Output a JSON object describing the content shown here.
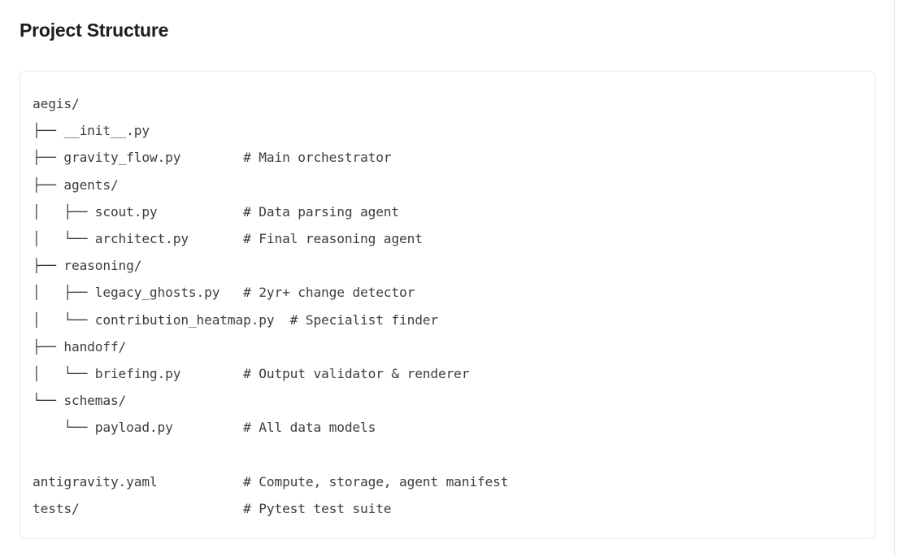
{
  "page": {
    "title": "Project Structure",
    "background_color": "#ffffff",
    "text_color": "#3b3d42",
    "border_color": "#e7e8ea",
    "divider_color": "#e6e6e8"
  },
  "code_block": {
    "language": "text",
    "root": "aegis/",
    "lines": [
      "aegis/",
      "├── __init__.py",
      "├── gravity_flow.py        # Main orchestrator",
      "├── agents/",
      "│   ├── scout.py           # Data parsing agent",
      "│   └── architect.py       # Final reasoning agent",
      "├── reasoning/",
      "│   ├── legacy_ghosts.py   # 2yr+ change detector",
      "│   └── contribution_heatmap.py  # Specialist finder",
      "├── handoff/",
      "│   └── briefing.py        # Output validator & renderer",
      "└── schemas/",
      "    └── payload.py         # All data models",
      "",
      "antigravity.yaml           # Compute, storage, agent manifest",
      "tests/                     # Pytest test suite"
    ],
    "entries": [
      {
        "name": "aegis/",
        "type": "directory",
        "depth": 0,
        "comment": ""
      },
      {
        "name": "__init__.py",
        "type": "file",
        "depth": 1,
        "comment": ""
      },
      {
        "name": "gravity_flow.py",
        "type": "file",
        "depth": 1,
        "comment": "# Main orchestrator"
      },
      {
        "name": "agents/",
        "type": "directory",
        "depth": 1,
        "comment": ""
      },
      {
        "name": "scout.py",
        "type": "file",
        "depth": 2,
        "comment": "# Data parsing agent"
      },
      {
        "name": "architect.py",
        "type": "file",
        "depth": 2,
        "comment": "# Final reasoning agent"
      },
      {
        "name": "reasoning/",
        "type": "directory",
        "depth": 1,
        "comment": ""
      },
      {
        "name": "legacy_ghosts.py",
        "type": "file",
        "depth": 2,
        "comment": "# 2yr+ change detector"
      },
      {
        "name": "contribution_heatmap.py",
        "type": "file",
        "depth": 2,
        "comment": "# Specialist finder"
      },
      {
        "name": "handoff/",
        "type": "directory",
        "depth": 1,
        "comment": ""
      },
      {
        "name": "briefing.py",
        "type": "file",
        "depth": 2,
        "comment": "# Output validator & renderer"
      },
      {
        "name": "schemas/",
        "type": "directory",
        "depth": 1,
        "comment": ""
      },
      {
        "name": "payload.py",
        "type": "file",
        "depth": 2,
        "comment": "# All data models"
      },
      {
        "name": "antigravity.yaml",
        "type": "file",
        "depth": 0,
        "comment": "# Compute, storage, agent manifest"
      },
      {
        "name": "tests/",
        "type": "directory",
        "depth": 0,
        "comment": "# Pytest test suite"
      }
    ]
  }
}
